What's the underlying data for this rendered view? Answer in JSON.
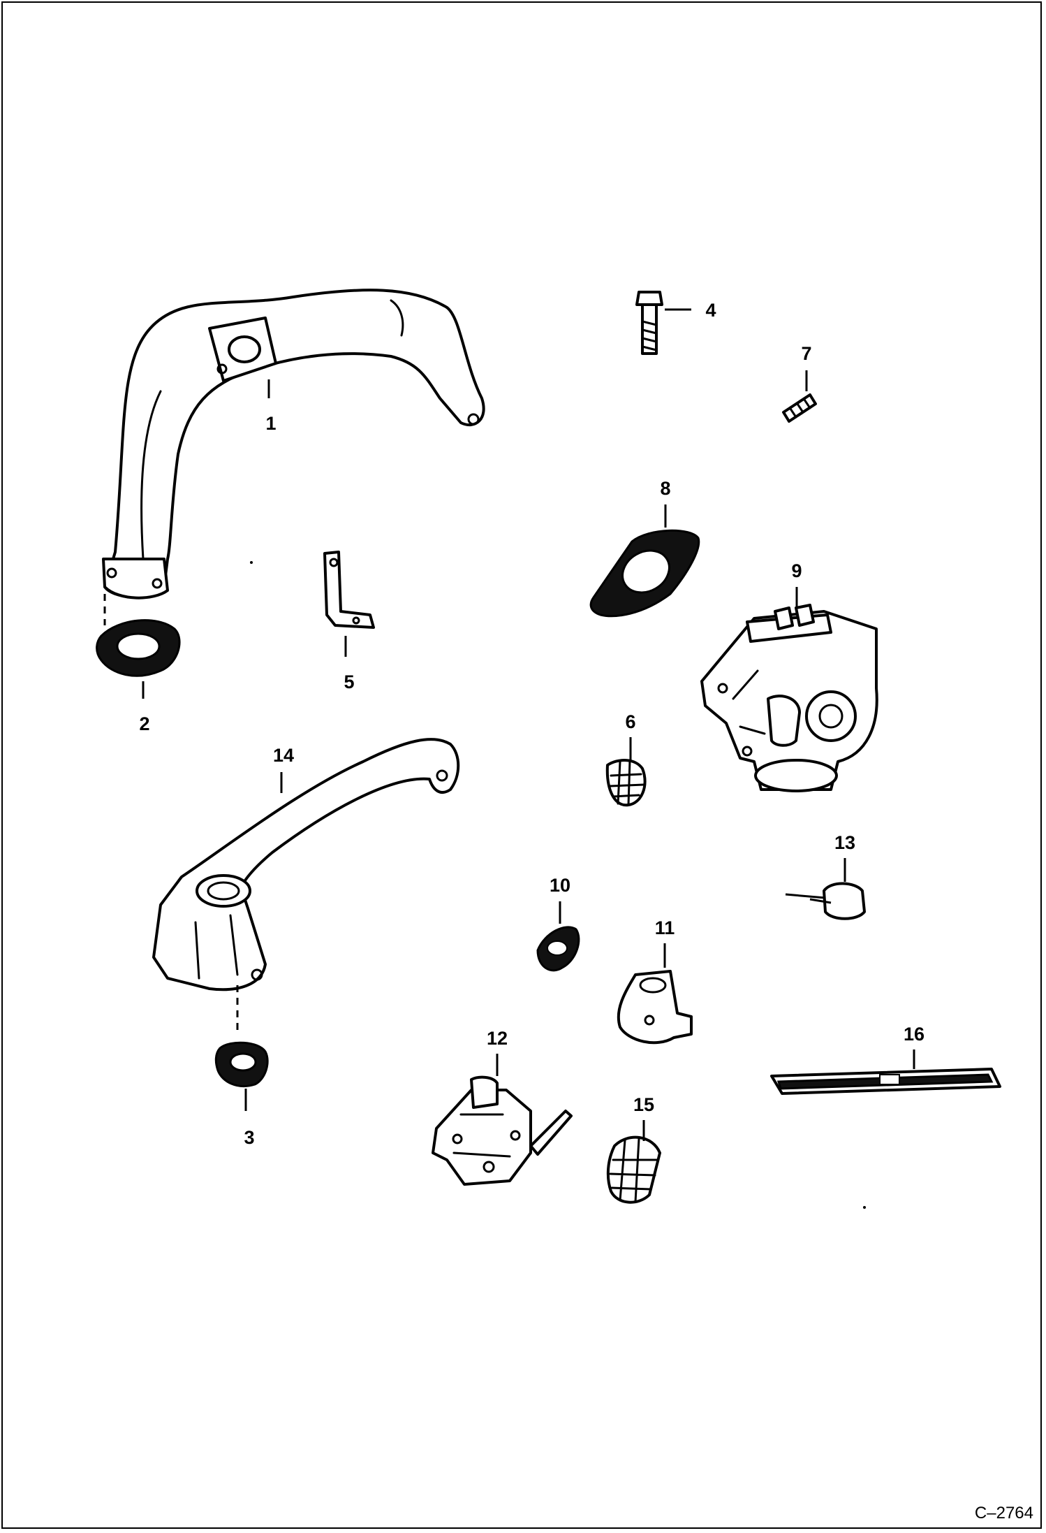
{
  "figure_id": "C–2764",
  "callouts": [
    {
      "id": "1",
      "label": "1"
    },
    {
      "id": "2",
      "label": "2"
    },
    {
      "id": "3",
      "label": "3"
    },
    {
      "id": "4",
      "label": "4"
    },
    {
      "id": "5",
      "label": "5"
    },
    {
      "id": "6",
      "label": "6"
    },
    {
      "id": "7",
      "label": "7"
    },
    {
      "id": "8",
      "label": "8"
    },
    {
      "id": "9",
      "label": "9"
    },
    {
      "id": "10",
      "label": "10"
    },
    {
      "id": "11",
      "label": "11"
    },
    {
      "id": "12",
      "label": "12"
    },
    {
      "id": "13",
      "label": "13"
    },
    {
      "id": "14",
      "label": "14"
    },
    {
      "id": "15",
      "label": "15"
    },
    {
      "id": "16",
      "label": "16"
    }
  ]
}
